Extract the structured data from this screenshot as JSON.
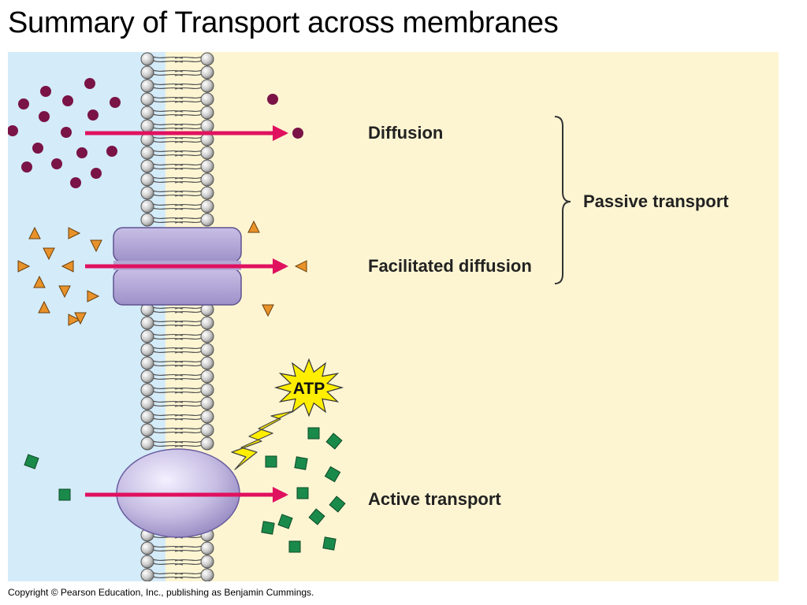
{
  "title": "Summary of Transport across membranes",
  "labels": {
    "diffusion": "Diffusion",
    "facilitated_diffusion": "Facilitated diffusion",
    "active_transport": "Active transport",
    "passive_transport": "Passive transport",
    "atp": "ATP"
  },
  "copyright": "Copyright © Pearson Education, Inc., publishing as Benjamin Cummings.",
  "colors": {
    "outside": "#d4ebf9",
    "inside": "#fdf5d2",
    "arrow": "#e0115f",
    "solute_diffusion": "#7a1346",
    "solute_facilitated": "#e8922a",
    "solute_active": "#1a8a4a",
    "channel_protein": "#b4a8d4",
    "pump_protein": "#c6bde3",
    "atp_burst": "#ffee00"
  }
}
